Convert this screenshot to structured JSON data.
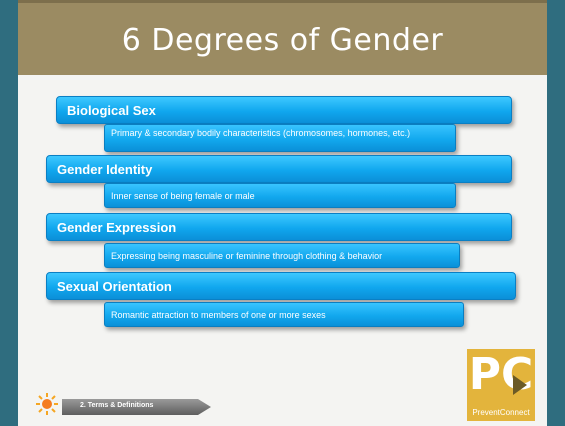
{
  "slide": {
    "title": "6 Degrees of Gender"
  },
  "items": [
    {
      "term": "Biological Sex",
      "definition": "Primary & secondary bodily characteristics (chromosomes, hormones, etc.)"
    },
    {
      "term": "Gender Identity",
      "definition": "Inner sense of being female or male"
    },
    {
      "term": "Gender Expression",
      "definition": "Expressing being masculine or feminine through clothing & behavior"
    },
    {
      "term": "Sexual Orientation",
      "definition": "Romantic attraction to members of one or more sexes"
    }
  ],
  "footer": {
    "section_label": "2.  Terms & Definitions"
  },
  "logo": {
    "letters": "PC",
    "name": "PreventConnect"
  },
  "colors": {
    "frame": "#2f6d7f",
    "title_bar": "#9b8b62",
    "bar_blue": "#10a7ee",
    "logo_gold": "#e3b43c",
    "footer_arrow": "#7b7b7b"
  }
}
